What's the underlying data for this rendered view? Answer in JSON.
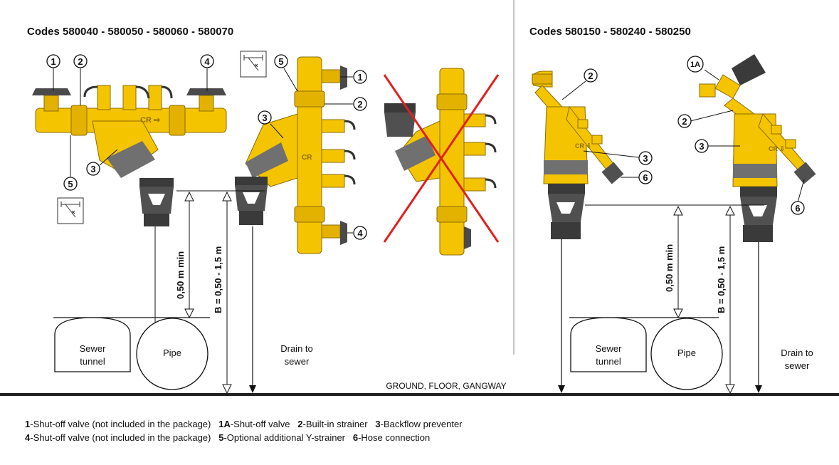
{
  "titles": {
    "left": "Codes 580040 - 580050 - 580060 - 580070",
    "right": "Codes 580150 - 580240 - 580250"
  },
  "markers": {
    "m1": "1",
    "m2": "2",
    "m3": "3",
    "m4": "4",
    "m5": "5",
    "m6": "6",
    "m1a": "1A"
  },
  "dimensions": {
    "min_height": "0,50 m min",
    "range": "B = 0,50 - 1,5 m"
  },
  "objects": {
    "sewer_line1": "Sewer",
    "sewer_line2": "tunnel",
    "pipe": "Pipe",
    "drain_line1": "Drain to",
    "drain_line2": "sewer",
    "ground": "GROUND, FLOOR, GANGWAY"
  },
  "legend": {
    "line1": [
      {
        "num": "1",
        "text": "-Shut-off valve (not included in the package)  "
      },
      {
        "num": "1A",
        "text": "-Shut-off valve  "
      },
      {
        "num": "2",
        "text": "-Built-in strainer  "
      },
      {
        "num": "3",
        "text": "-Backflow preventer"
      }
    ],
    "line2": [
      {
        "num": "4",
        "text": "-Shut-off valve (not included in the package)  "
      },
      {
        "num": "5",
        "text": "-Optional additional Y-strainer  "
      },
      {
        "num": "6",
        "text": "-Hose connection"
      }
    ]
  },
  "colors": {
    "brass": "#F5C400",
    "grey": "#707070",
    "dark": "#3a3a3a",
    "cross": "#E02020"
  }
}
